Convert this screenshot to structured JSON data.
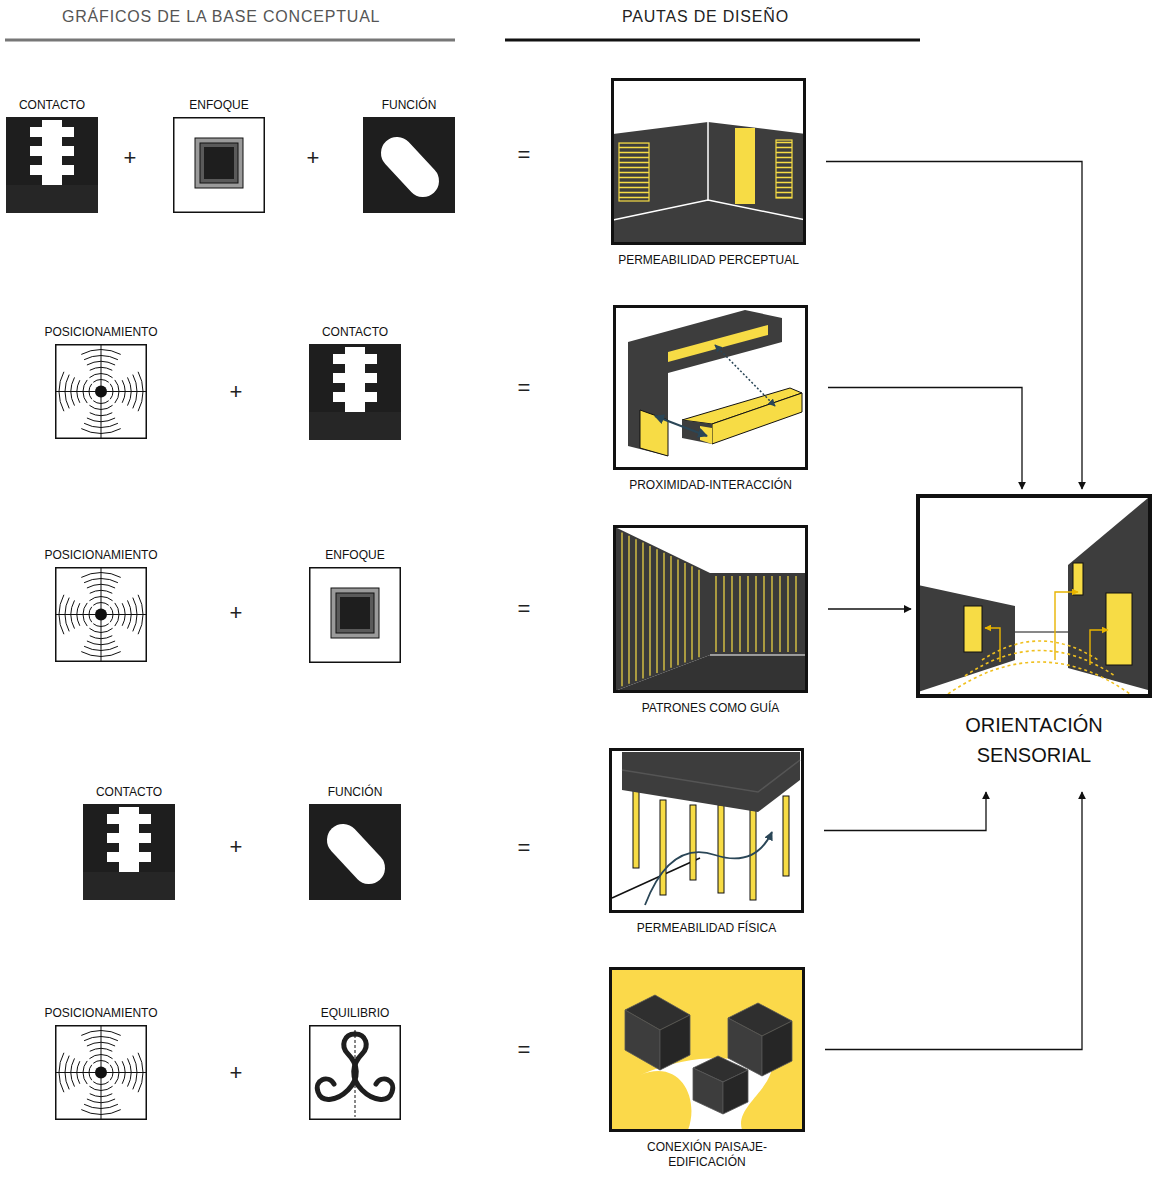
{
  "diagram": {
    "nodes": [
      {
        "text": [
          "CONTACTO"
        ]
      },
      {
        "text": [
          "ENFOQUE"
        ]
      },
      {
        "text": [
          "FUNCIÓN"
        ]
      },
      {
        "text": [
          "PERMEABILIDAD PERCEPTUAL"
        ]
      },
      {
        "text": [
          "POSICIONAMIENTO"
        ]
      },
      {
        "text": [
          "CONTACTO"
        ]
      },
      {
        "text": [
          "PROXIMIDAD-INTERACCIÓN"
        ]
      },
      {
        "text": [
          "POSICIONAMIENTO"
        ]
      },
      {
        "text": [
          "ENFOQUE"
        ]
      },
      {
        "text": [
          "PATRONES COMO GUÍA"
        ]
      },
      {
        "text": [
          "CONTACTO"
        ]
      },
      {
        "text": [
          "FUNCIÓN"
        ]
      },
      {
        "text": [
          "PERMEABILIDAD FÍSICA"
        ]
      },
      {
        "text": [
          "POSICIONAMIENTO"
        ]
      },
      {
        "text": [
          "EQUILIBRIO"
        ]
      },
      {
        "text": [
          "CONEXIÓN PAISAJE-EDIFICACIÓN"
        ]
      },
      {
        "text": [
          "ORIENTACIÓN SENSORIAL"
        ]
      }
    ],
    "edges": [
      {
        "from": 3,
        "to": 16,
        "arrow": "to"
      },
      {
        "from": 6,
        "to": 16,
        "arrow": "to"
      },
      {
        "from": 9,
        "to": 16,
        "arrow": "to"
      },
      {
        "from": 12,
        "to": 16,
        "arrow": "to"
      },
      {
        "from": 15,
        "to": 16,
        "arrow": "to"
      }
    ],
    "labels": [
      "GRÁFICOS DE LA BASE CONCEPTUAL",
      "PAUTAS DE DISEÑO",
      "+",
      "+",
      "=",
      "+",
      "=",
      "+",
      "=",
      "+",
      "=",
      "+",
      "="
    ]
  }
}
